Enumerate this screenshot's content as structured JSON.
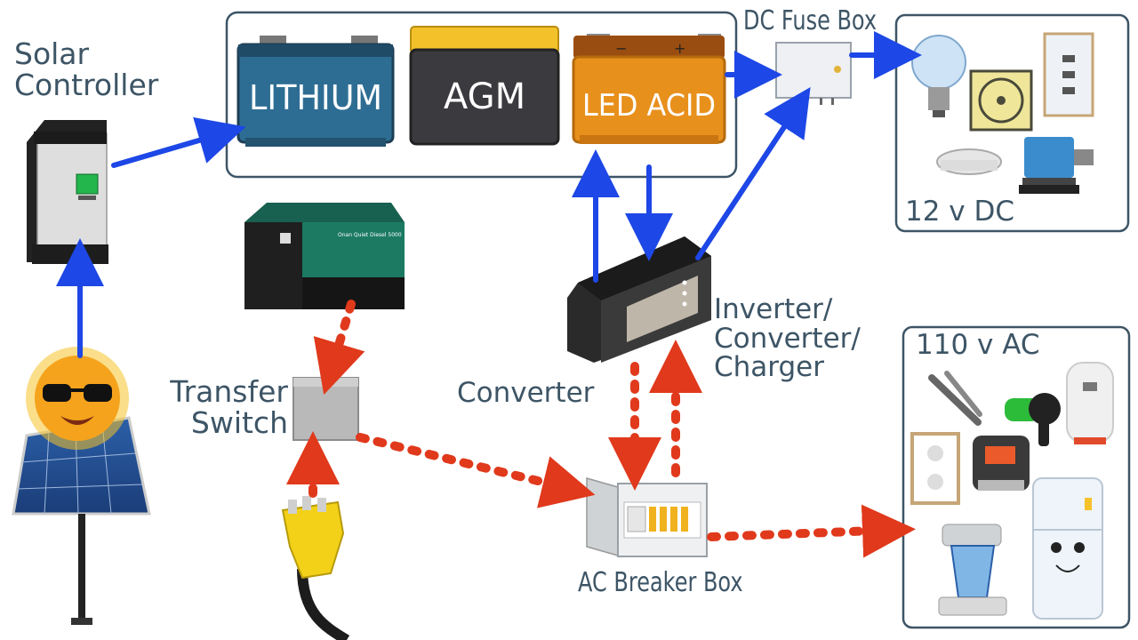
{
  "labels": {
    "solar_controller_line1": "Solar",
    "solar_controller_line2": "Controller",
    "dc_fuse_box": "DC Fuse Box",
    "dc_load_voltage": "12 v DC",
    "ac_load_voltage": "110 v AC",
    "transfer_switch_line1": "Transfer",
    "transfer_switch_line2": "Switch",
    "converter": "Converter",
    "inverter_line1": "Inverter/",
    "inverter_line2": "Converter/",
    "inverter_line3": "Charger",
    "ac_breaker_box": "AC Breaker Box"
  },
  "batteries": [
    {
      "label": "LITHIUM",
      "color": "#2e6d93"
    },
    {
      "label": "AGM",
      "color": "#3a3a3f"
    },
    {
      "label": "LED ACID",
      "color": "#e8901c"
    }
  ],
  "generator_brand": "Onan Quiet Diesel 5000",
  "colors": {
    "dc_flow": "#1d47e6",
    "ac_flow": "#e0391c",
    "label_text": "#3d5566",
    "panel_border": "#3d5566"
  },
  "icons": {
    "dc_loads": [
      "light-bulb-icon",
      "fan-icon",
      "usb-outlet-icon",
      "smoke-detector-icon",
      "motor-pump-icon"
    ],
    "ac_loads": [
      "hair-straightener-icon",
      "hair-dryer-icon",
      "water-heater-icon",
      "wall-outlet-icon",
      "rice-cooker-icon",
      "coffee-maker-icon",
      "refrigerator-icon"
    ]
  }
}
